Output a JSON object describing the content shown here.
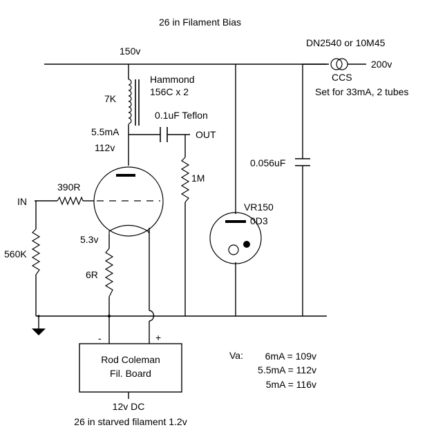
{
  "title": "26 in Filament Bias",
  "rail_voltage": "150v",
  "ccs": {
    "part": "DN2540 or 10M45",
    "label": "CCS",
    "supply": "200v",
    "note": "Set for 33mA, 2 tubes"
  },
  "choke": {
    "impedance": "7K",
    "make": "Hammond",
    "model": "156C x 2"
  },
  "plate_current": "5.5mA",
  "plate_voltage": "112v",
  "coupling_cap": "0.1uF Teflon",
  "output_label": "OUT",
  "load_resistor": "1M",
  "bypass_cap": "0.056uF",
  "grid_resistor": "390R",
  "input_label": "IN",
  "input_resistor": "560K",
  "filament_voltage": "5.3v",
  "filament_resistor": "6R",
  "regulator": {
    "name": "VR150",
    "alt": "0D3"
  },
  "board": {
    "line1": "Rod Coleman",
    "line2": "Fil. Board",
    "minus": "-",
    "plus": "+",
    "supply": "12v DC",
    "note": "26 in starved filament 1.2v"
  },
  "va_table": {
    "label": "Va:",
    "rows": [
      "6mA = 109v",
      "5.5mA = 112v",
      "5mA = 116v"
    ]
  }
}
